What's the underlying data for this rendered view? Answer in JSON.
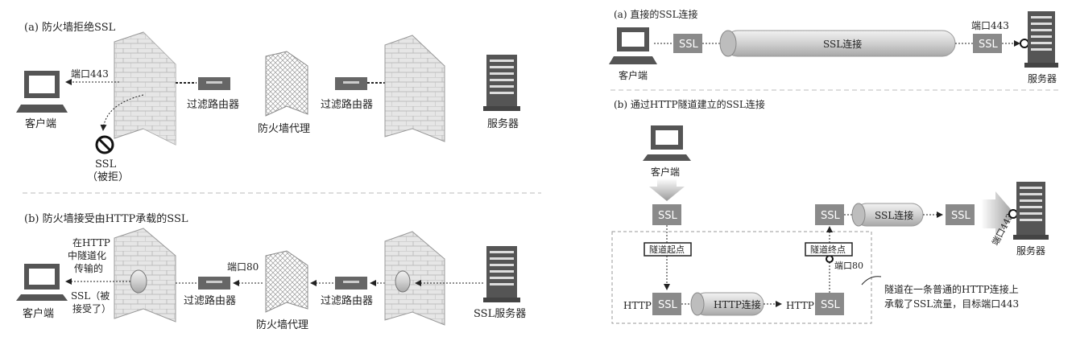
{
  "left": {
    "a": {
      "title": "(a) 防火墙拒绝SSL",
      "client": "客户端",
      "port": "端口443",
      "router1": "过滤路由器",
      "proxy": "防火墙代理",
      "router2": "过滤路由器",
      "server": "服务器",
      "ssl": "SSL",
      "rejected": "（被拒）"
    },
    "b": {
      "title": "(b) 防火墙接受由HTTP承载的SSL",
      "tunnel_note_1": "在HTTP",
      "tunnel_note_2": "中隧道化",
      "tunnel_note_3": "传输的",
      "ssl_note_1": "SSL（被",
      "ssl_note_2": "接受了）",
      "client": "客户端",
      "port": "端口80",
      "router1": "过滤路由器",
      "proxy": "防火墙代理",
      "router2": "过滤路由器",
      "server": "SSL服务器"
    }
  },
  "right": {
    "a": {
      "title": "(a) 直接的SSL连接",
      "client": "客户端",
      "ssl_left": "SSL",
      "pipe": "SSL连接",
      "port": "端口443",
      "ssl_right": "SSL",
      "server": "服务器"
    },
    "b": {
      "title": "(b) 通过HTTP隧道建立的SSL连接",
      "client": "客户端",
      "ssl_top": "SSL",
      "tunnel_start": "隧道起点",
      "http1": "HTTP",
      "ssl1": "SSL",
      "pipe": "HTTP连接",
      "http2": "HTTP",
      "ssl2": "SSL",
      "tunnel_end": "隧道终点",
      "port": "端口80",
      "ssl3": "SSL",
      "pipe2": "SSL连接",
      "ssl4": "SSL",
      "port443": "端口443",
      "server": "服务器",
      "note_1": "隧道在一条普通的HTTP连接上",
      "note_2": "承载了SSL流量，目标端口443"
    }
  }
}
